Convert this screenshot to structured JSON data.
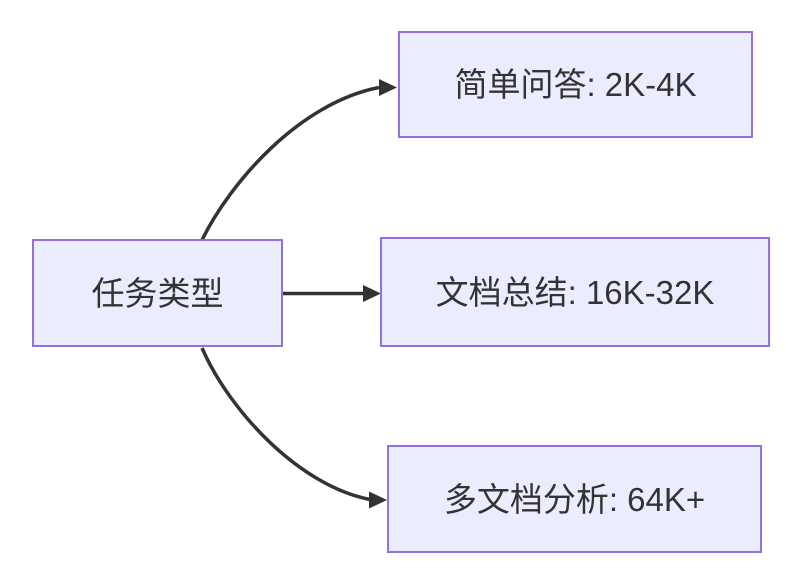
{
  "diagram": {
    "type": "flowchart-lr",
    "root": {
      "label": "任务类型"
    },
    "branches": [
      {
        "label": "简单问答: 2K-4K"
      },
      {
        "label": "文档总结: 16K-32K"
      },
      {
        "label": "多文档分析: 64K+"
      }
    ],
    "colors": {
      "background": "#FFFFFF",
      "node_fill": "#ECECFF",
      "node_border": "#9370DB",
      "edge": "#333333",
      "text": "#333333"
    }
  }
}
